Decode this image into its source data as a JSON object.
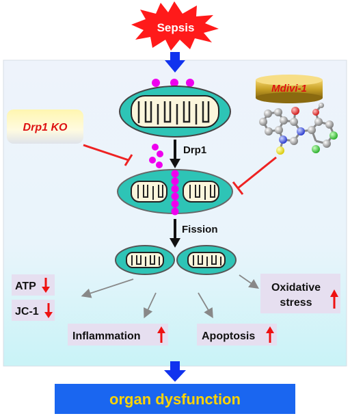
{
  "labels": {
    "sepsis": "Sepsis",
    "mdivi": "Mdivi-1",
    "drp1ko": "Drp1 KO",
    "drp1": "Drp1",
    "fission": "Fission",
    "atp": "ATP",
    "jc1": "JC-1",
    "oxidative_line1": "Oxidative",
    "oxidative_line2": "stress",
    "inflammation": "Inflammation",
    "apoptosis": "Apoptosis",
    "organ": "organ dysfunction"
  },
  "indicators": {
    "atp": "down",
    "jc1": "down",
    "inflammation": "up",
    "apoptosis": "up",
    "oxidative": "up"
  },
  "colors": {
    "sepsis_burst": "#ff1a1a",
    "flow_arrow": "#1133ee",
    "mito_fill": "#2ec4b6",
    "drp1_dot": "#ee00ee",
    "inhibit_line": "#ee2222",
    "indicator_arrow": "#ee1111",
    "label_box": "#e6dff0",
    "organ_bar": "#1a66f0",
    "organ_text": "#ffd400",
    "mdivi_gold": "#c9a227",
    "drp1ko_text": "#dd1111"
  }
}
